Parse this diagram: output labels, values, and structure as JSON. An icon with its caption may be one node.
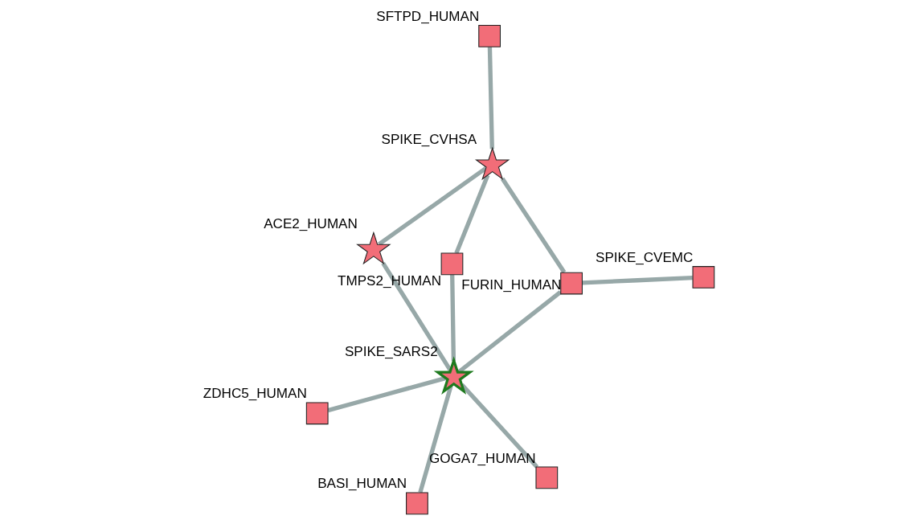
{
  "diagram": {
    "nodes": [
      {
        "text": [],
        "shape": "box",
        "beside": [
          "ZDHC5_HUMAN"
        ]
      },
      {
        "text": [],
        "shape": "box",
        "beside": [
          "SPIKE_CVEMC"
        ]
      },
      {
        "text": [],
        "shape": "box",
        "beside": [
          "GOGA7_HUMAN"
        ]
      },
      {
        "text": [],
        "shape": "box",
        "beside": [
          "FURIN_HUMAN"
        ]
      },
      {
        "text": [],
        "shape": "star",
        "beside": [
          "SPIKE_SARS2"
        ]
      },
      {
        "text": [],
        "shape": "box",
        "beside": [
          "SFTPD_HUMAN"
        ]
      },
      {
        "text": [],
        "shape": "box",
        "beside": [
          "BASI_HUMAN"
        ]
      },
      {
        "text": [],
        "shape": "star",
        "beside": [
          "ACE2_HUMAN"
        ]
      },
      {
        "text": [],
        "shape": "star",
        "beside": [
          "SPIKE_CVHSA"
        ]
      },
      {
        "text": [],
        "shape": "box",
        "beside": [
          "TMPS2_HUMAN"
        ]
      }
    ],
    "edges": [
      {
        "from": 4,
        "to": 0,
        "arrow": "none"
      },
      {
        "from": 4,
        "to": 2,
        "arrow": "none"
      },
      {
        "from": 4,
        "to": 3,
        "arrow": "none"
      },
      {
        "from": 4,
        "to": 6,
        "arrow": "none"
      },
      {
        "from": 4,
        "to": 7,
        "arrow": "none"
      },
      {
        "from": 4,
        "to": 9,
        "arrow": "none"
      },
      {
        "from": 3,
        "to": 1,
        "arrow": "none"
      },
      {
        "from": 3,
        "to": 8,
        "arrow": "none"
      },
      {
        "from": 7,
        "to": 8,
        "arrow": "none"
      },
      {
        "from": 5,
        "to": 8,
        "arrow": "none"
      },
      {
        "from": 9,
        "to": 8,
        "arrow": "none"
      }
    ]
  }
}
